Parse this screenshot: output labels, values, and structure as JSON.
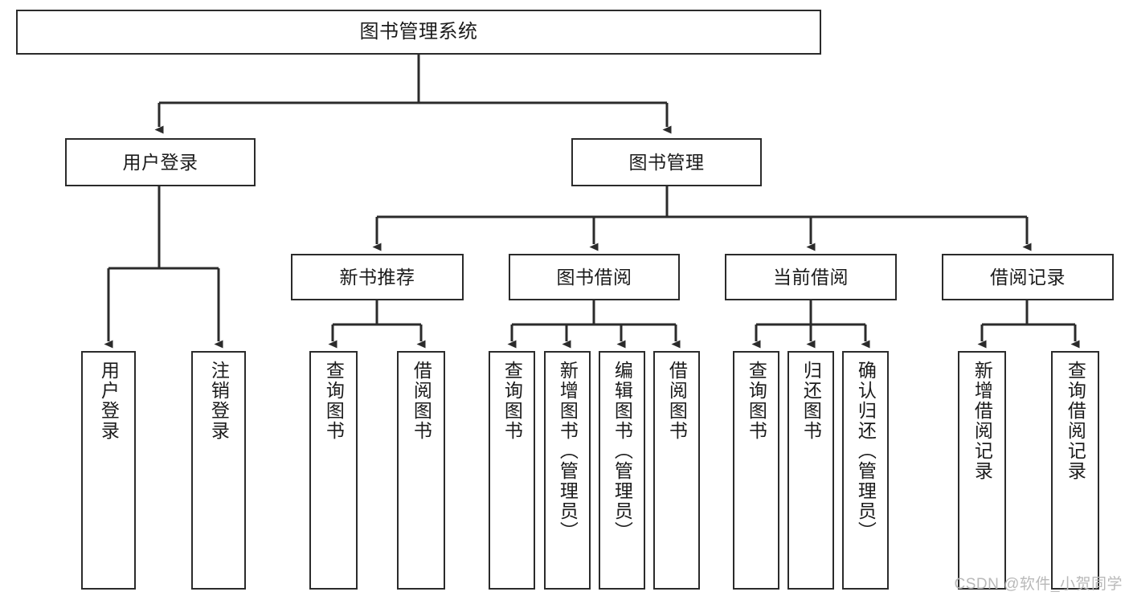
{
  "diagram": {
    "title": "图书管理系统",
    "type": "hierarchy-tree",
    "root": {
      "id": "root",
      "label": "图书管理系统"
    },
    "level2": [
      {
        "id": "user-login",
        "label": "用户登录"
      },
      {
        "id": "book-manage",
        "label": "图书管理"
      }
    ],
    "level3": [
      {
        "id": "new-book-recommend",
        "label": "新书推荐",
        "parent": "book-manage"
      },
      {
        "id": "book-borrow",
        "label": "图书借阅",
        "parent": "book-manage"
      },
      {
        "id": "current-borrow",
        "label": "当前借阅",
        "parent": "book-manage"
      },
      {
        "id": "borrow-record",
        "label": "借阅记录",
        "parent": "book-manage"
      }
    ],
    "leaves": [
      {
        "id": "leaf-user-login",
        "label": "用户登录",
        "parent": "user-login"
      },
      {
        "id": "leaf-user-logout",
        "label": "注销登录",
        "parent": "user-login"
      },
      {
        "id": "leaf-query-book-1",
        "label": "查询图书",
        "parent": "new-book-recommend"
      },
      {
        "id": "leaf-borrow-book-1",
        "label": "借阅图书",
        "parent": "new-book-recommend"
      },
      {
        "id": "leaf-query-book-2",
        "label": "查询图书",
        "parent": "book-borrow"
      },
      {
        "id": "leaf-add-book",
        "label": "新增图书（管理员）",
        "parent": "book-borrow"
      },
      {
        "id": "leaf-edit-book",
        "label": "编辑图书（管理员）",
        "parent": "book-borrow"
      },
      {
        "id": "leaf-borrow-book-2",
        "label": "借阅图书",
        "parent": "book-borrow"
      },
      {
        "id": "leaf-query-book-3",
        "label": "查询图书",
        "parent": "current-borrow"
      },
      {
        "id": "leaf-return-book",
        "label": "归还图书",
        "parent": "current-borrow"
      },
      {
        "id": "leaf-confirm-return",
        "label": "确认归还（管理员）",
        "parent": "current-borrow"
      },
      {
        "id": "leaf-add-record",
        "label": "新增借阅记录",
        "parent": "borrow-record"
      },
      {
        "id": "leaf-query-record",
        "label": "查询借阅记录",
        "parent": "borrow-record"
      }
    ]
  },
  "watermark": {
    "text": "CSDN @软件_小贺同学"
  },
  "colors": {
    "stroke": "#2b2b2b",
    "background": "#ffffff",
    "text": "#1b1b1b",
    "watermark": "#b9b9b9"
  }
}
